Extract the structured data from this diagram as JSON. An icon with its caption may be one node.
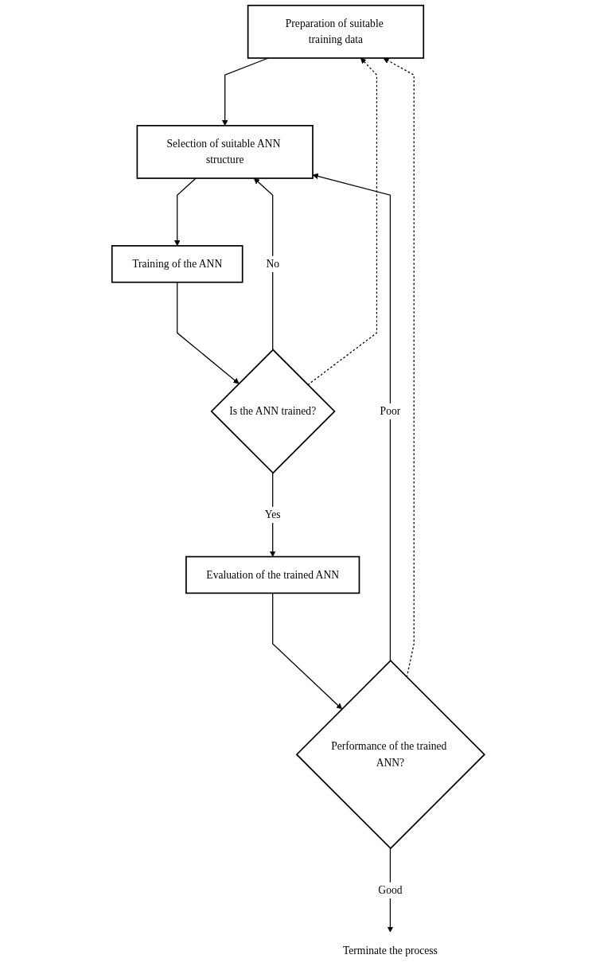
{
  "diagram": {
    "nodes": [
      {
        "text": [
          "Preparation of suitable training data"
        ]
      },
      {
        "text": [
          "Selection of suitable ANN structure"
        ]
      },
      {
        "text": [
          "Training of the ANN"
        ]
      },
      {
        "text": [
          "Is the ANN trained?"
        ]
      },
      {
        "text": [
          "Evaluation of the trained ANN"
        ]
      },
      {
        "text": [
          "Performance of the trained ANN?"
        ]
      },
      {
        "text": [
          "Terminate the process"
        ]
      }
    ],
    "edges": [
      {
        "from": 0,
        "to": 1,
        "arrow": "to"
      },
      {
        "from": 1,
        "to": 2,
        "arrow": "to"
      },
      {
        "from": 2,
        "to": 3,
        "arrow": "to"
      },
      {
        "from": 3,
        "to": 1,
        "arrow": "to",
        "label": "No"
      },
      {
        "from": 3,
        "to": 0,
        "arrow": "to",
        "style": "dashed"
      },
      {
        "from": 3,
        "to": 4,
        "arrow": "to",
        "label": "Yes"
      },
      {
        "from": 4,
        "to": 5,
        "arrow": "to"
      },
      {
        "from": 5,
        "to": 1,
        "arrow": "to",
        "label": "Poor"
      },
      {
        "from": 5,
        "to": 0,
        "arrow": "to",
        "style": "dashed"
      },
      {
        "from": 5,
        "to": 6,
        "arrow": "to",
        "label": "Good"
      }
    ]
  }
}
